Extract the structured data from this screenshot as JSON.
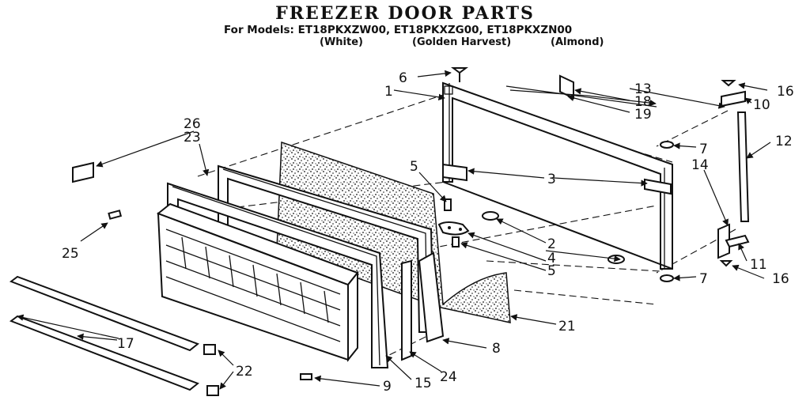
{
  "header": {
    "title": "FREEZER DOOR PARTS",
    "models": "For Models: ET18PKXZW00, ET18PKXZG00, ET18PKXZN00",
    "variants": [
      "(White)",
      "(Golden Harvest)",
      "(Almond)"
    ]
  },
  "callouts": {
    "c1": "1",
    "c2": "2",
    "c3": "3",
    "c4": "4",
    "c5a": "5",
    "c5b": "5",
    "c6": "6",
    "c7a": "7",
    "c7b": "7",
    "c8": "8",
    "c9": "9",
    "c10": "10",
    "c11": "11",
    "c12": "12",
    "c13": "13",
    "c14": "14",
    "c15": "15",
    "c16a": "16",
    "c16b": "16",
    "c17": "17",
    "c18": "18",
    "c19": "19",
    "c21": "21",
    "c22": "22",
    "c23": "23",
    "c24": "24",
    "c25": "25",
    "c26": "26"
  }
}
